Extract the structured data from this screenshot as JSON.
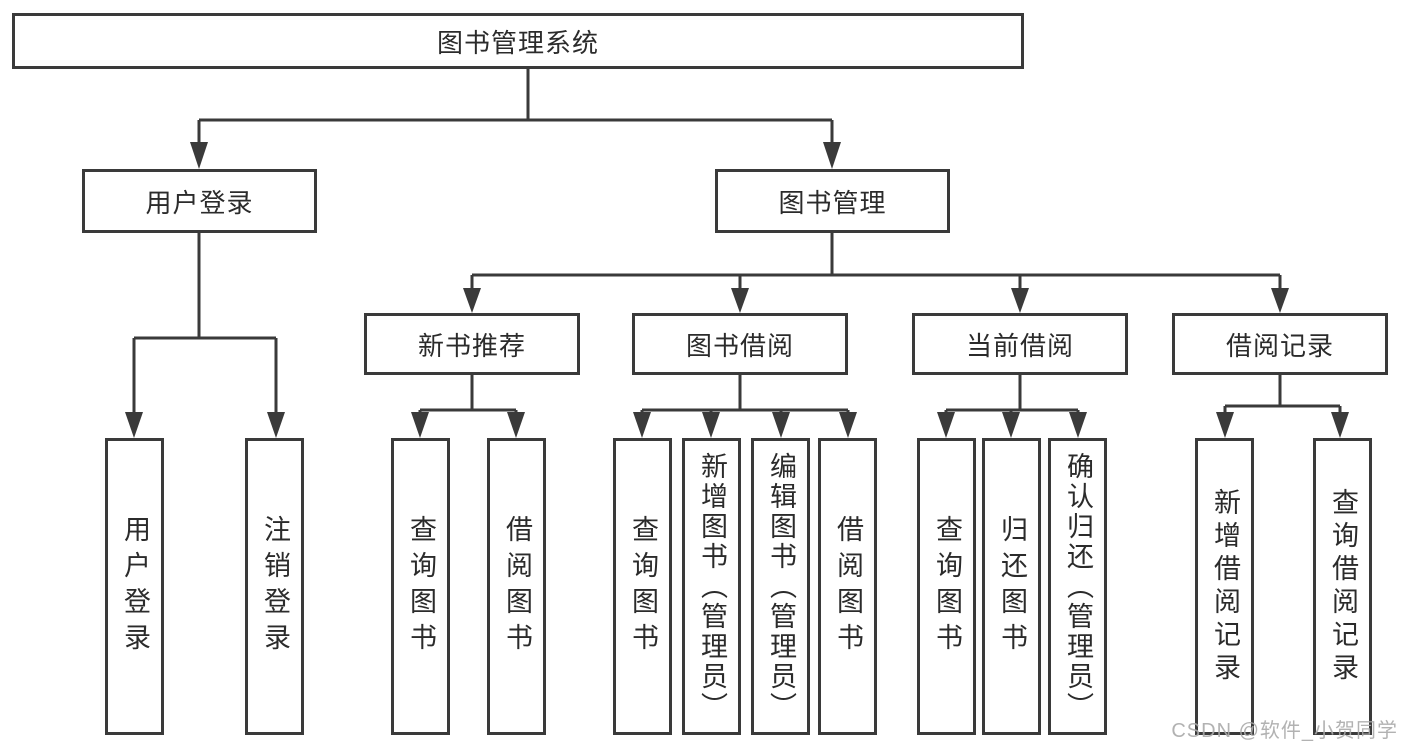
{
  "diagram": {
    "nodes": {
      "root": {
        "label": "图书管理系统"
      },
      "user_login": {
        "label": "用户登录"
      },
      "book_mgmt": {
        "label": "图书管理"
      },
      "new_rec": {
        "label": "新书推荐"
      },
      "borrow": {
        "label": "图书借阅"
      },
      "current": {
        "label": "当前借阅"
      },
      "record": {
        "label": "借阅记录"
      },
      "login": {
        "label": "用户登录"
      },
      "logout": {
        "label": "注销登录"
      },
      "rec_query": {
        "label": "查询图书"
      },
      "rec_borrow": {
        "label": "借阅图书"
      },
      "bb_query": {
        "label": "查询图书"
      },
      "bb_add": {
        "label": "新增图书（管理员）"
      },
      "bb_edit": {
        "label": "编辑图书（管理员）"
      },
      "bb_borrow": {
        "label": "借阅图书"
      },
      "cb_query": {
        "label": "查询图书"
      },
      "cb_return": {
        "label": "归还图书"
      },
      "cb_confirm": {
        "label": "确认归还（管理员）"
      },
      "br_add": {
        "label": "新增借阅记录"
      },
      "br_query": {
        "label": "查询借阅记录"
      }
    },
    "watermark": {
      "text": "CSDN @软件_小贺同学"
    },
    "colors": {
      "line": "#3a3a3a",
      "text": "#2b2b2b",
      "watermark": "#aaaaaa",
      "background": "#ffffff"
    }
  }
}
